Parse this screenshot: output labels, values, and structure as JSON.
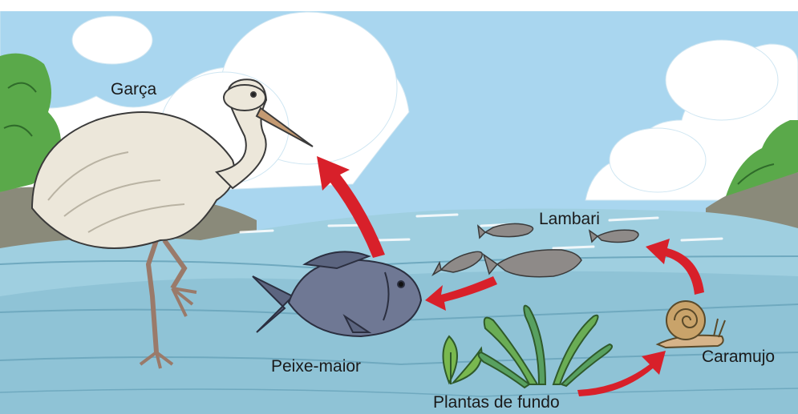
{
  "labels": {
    "garca": "Garça",
    "lambari": "Lambari",
    "peixe_maior": "Peixe-maior",
    "plantas_de_fundo": "Plantas de fundo",
    "caramujo": "Caramujo"
  },
  "colors": {
    "sky": "#a9d6ef",
    "water": "#9fcfe0",
    "water_deep": "#8fc3d6",
    "arrow": "#d8202a",
    "cloud": "#ffffff",
    "vegetation": "#5aa94a",
    "bank": "#8a8a7a"
  },
  "arrows": [
    {
      "from": "plantas_de_fundo",
      "to": "caramujo"
    },
    {
      "from": "caramujo",
      "to": "lambari"
    },
    {
      "from": "lambari",
      "to": "peixe_maior"
    },
    {
      "from": "peixe_maior",
      "to": "garca"
    }
  ]
}
